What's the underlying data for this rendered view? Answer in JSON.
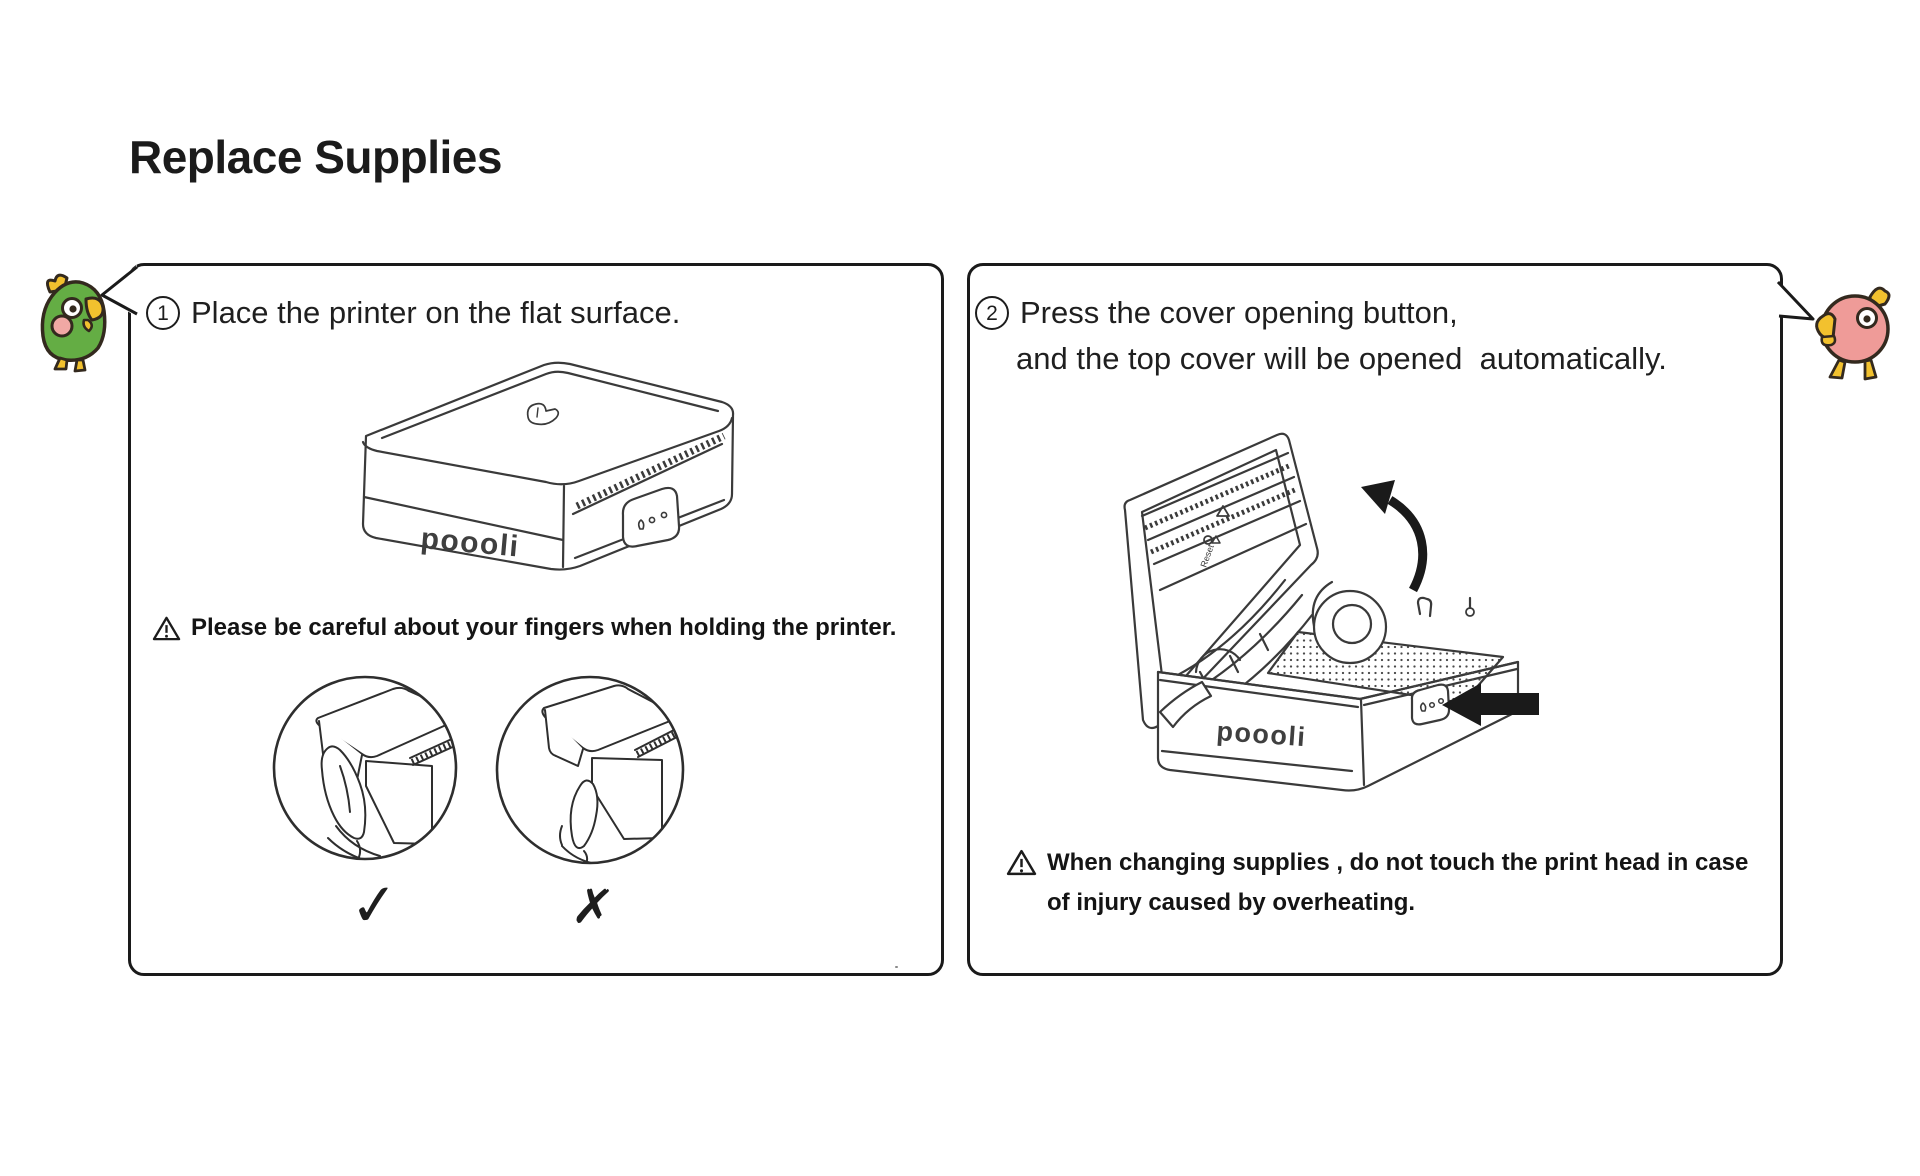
{
  "page": {
    "title": "Replace Supplies"
  },
  "panel1": {
    "step": "1",
    "heading": "Place the printer on the flat surface.",
    "warning": "Please be careful about your fingers when holding the printer.",
    "correct_mark": "✓",
    "wrong_mark": "✗"
  },
  "panel2": {
    "step": "2",
    "heading_line1": "Press the cover opening button,",
    "heading_line2": "and the top cover will be opened  automatically.",
    "warning_line1": "When changing supplies , do not touch the print head in case",
    "warning_line2": "of injury caused by overheating."
  },
  "printer": {
    "brand": "poooli",
    "lid_label": "Reset"
  },
  "colors": {
    "ink": "#1d1d1d",
    "line_art": "#3a3a3a",
    "mascot_green": "#64ad44",
    "mascot_pink": "#ef9b98",
    "mascot_cheek": "#f0a8a4",
    "mascot_yellow": "#f2c12e",
    "mascot_outline": "#33291e"
  }
}
